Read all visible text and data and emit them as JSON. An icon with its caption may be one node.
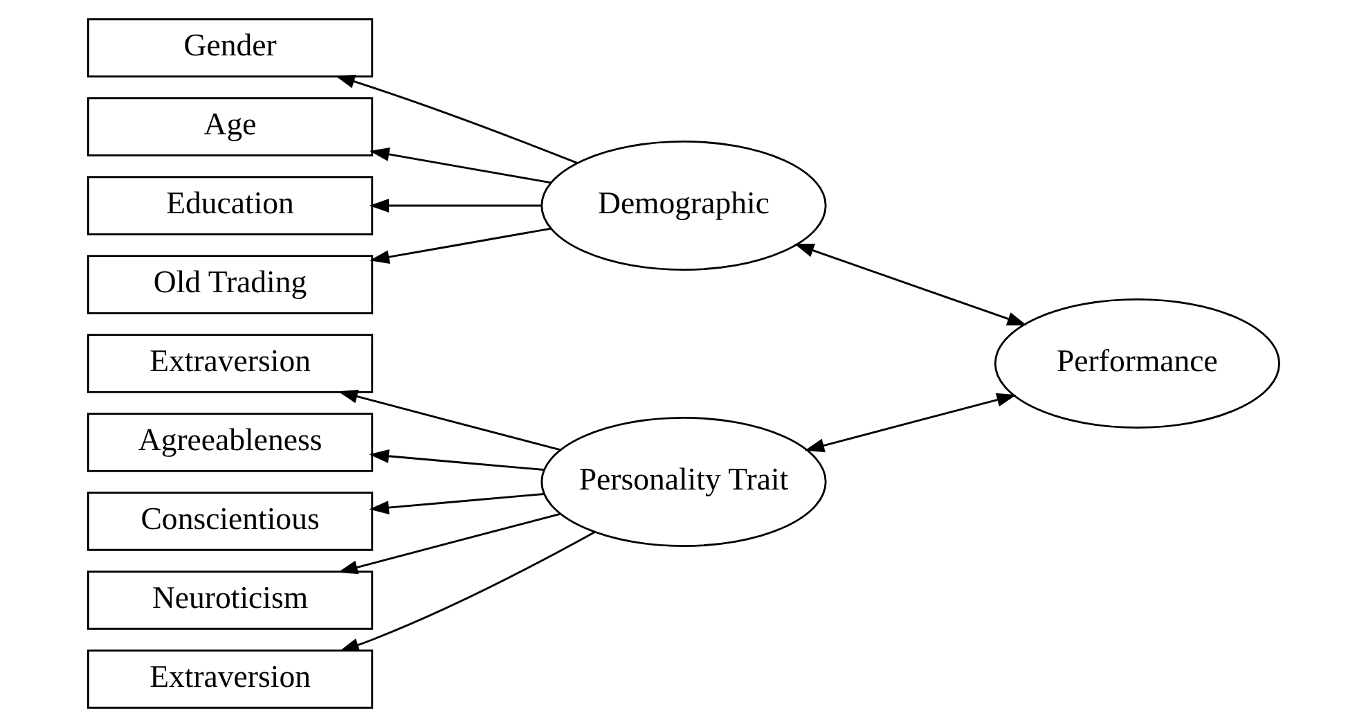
{
  "diagram": {
    "nodes": [
      {
        "text": [
          "Gender"
        ]
      },
      {
        "text": [
          "Age"
        ]
      },
      {
        "text": [
          "Education"
        ]
      },
      {
        "text": [
          "Old Trading"
        ]
      },
      {
        "text": [
          "Extraversion"
        ]
      },
      {
        "text": [
          "Agreeableness"
        ]
      },
      {
        "text": [
          "Conscientious"
        ]
      },
      {
        "text": [
          "Neuroticism"
        ]
      },
      {
        "text": [
          "Extraversion"
        ]
      },
      {
        "text": [
          "Demographic"
        ]
      },
      {
        "text": [
          "Personality Trait"
        ]
      },
      {
        "text": [
          "Performance"
        ]
      }
    ],
    "edges": [
      {
        "from": 9,
        "to": 0,
        "arrow": "to"
      },
      {
        "from": 9,
        "to": 1,
        "arrow": "to"
      },
      {
        "from": 9,
        "to": 2,
        "arrow": "to"
      },
      {
        "from": 9,
        "to": 3,
        "arrow": "to"
      },
      {
        "from": 10,
        "to": 4,
        "arrow": "to"
      },
      {
        "from": 10,
        "to": 5,
        "arrow": "to"
      },
      {
        "from": 10,
        "to": 6,
        "arrow": "to"
      },
      {
        "from": 10,
        "to": 7,
        "arrow": "to"
      },
      {
        "from": 10,
        "to": 8,
        "arrow": "to"
      },
      {
        "from": 11,
        "to": 9,
        "arrow": "both"
      },
      {
        "from": 11,
        "to": 10,
        "arrow": "both"
      }
    ]
  }
}
